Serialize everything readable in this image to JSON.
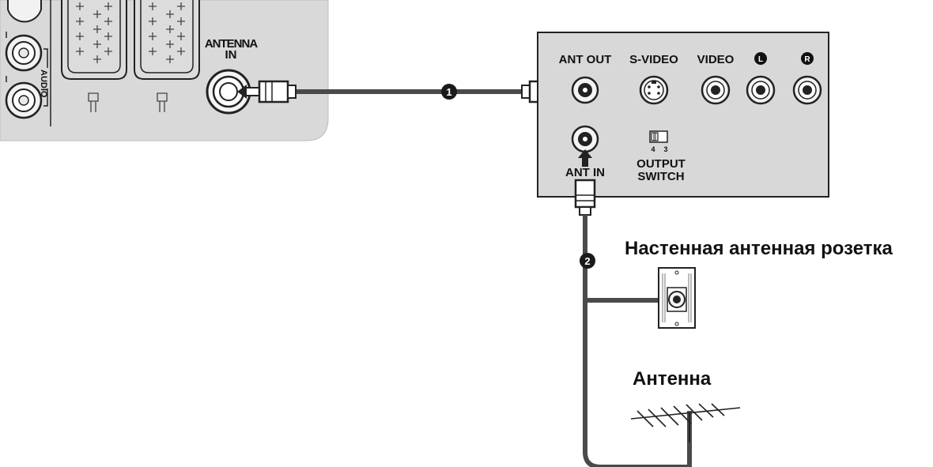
{
  "tv_panel": {
    "antenna_in_label_line1": "ANTENNA",
    "antenna_in_label_line2": "IN",
    "audio_label": "AUDIO"
  },
  "vcr_panel": {
    "ports": [
      {
        "label": "ANT OUT"
      },
      {
        "label": "S-VIDEO"
      },
      {
        "label": "VIDEO"
      },
      {
        "label": "L"
      },
      {
        "label": "R"
      }
    ],
    "ant_in_label": "ANT IN",
    "switch_num_left": "4",
    "switch_num_right": "3",
    "output_switch_line1": "OUTPUT",
    "output_switch_line2": "SWITCH"
  },
  "steps": {
    "step1": "1",
    "step2": "2"
  },
  "labels": {
    "wall_socket": "Настенная антенная розетка",
    "antenna": "Антенна"
  },
  "colors": {
    "panel_gray": "#d8d8d8",
    "cable": "#4a4a4a",
    "outline": "#222222"
  }
}
